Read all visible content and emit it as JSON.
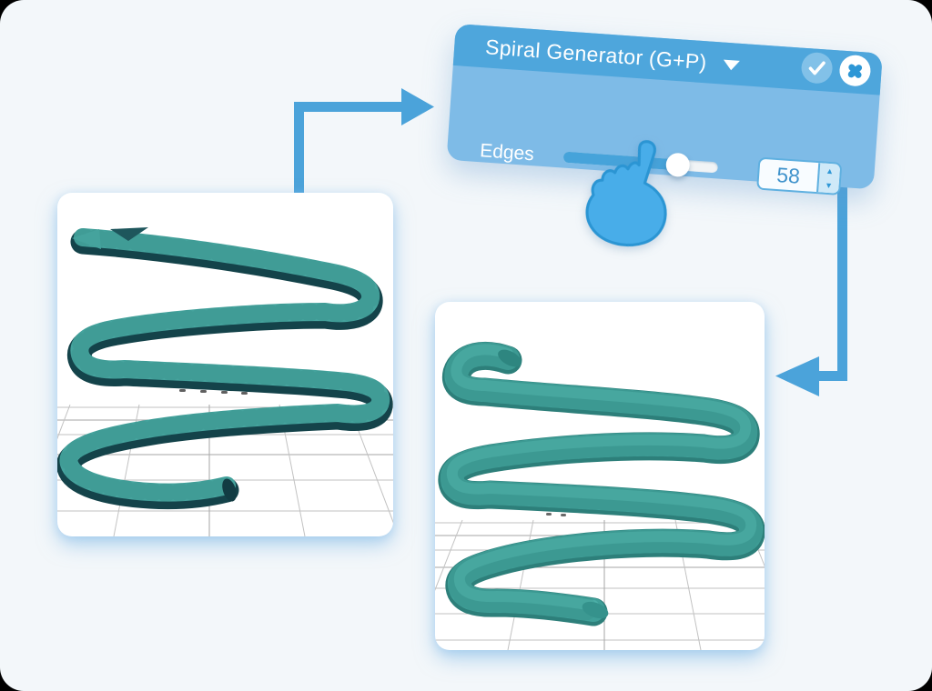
{
  "panel": {
    "title": "Spiral Generator (G+P)",
    "caret_icon": "dropdown-triangle",
    "buttons": {
      "confirm_icon": "checkmark",
      "close_icon": "cross"
    },
    "edges": {
      "label": "Edges",
      "value": "58",
      "slider_percent": 74
    },
    "spinner": {
      "up": "▲",
      "down": "▼"
    }
  },
  "colors": {
    "accent_blue": "#4ea6dc",
    "panel_body_blue": "#7ebbe7",
    "slider_fill": "#46a3da",
    "value_text": "#4093cc",
    "spiral_teal": "#3f9f98",
    "spiral_dark": "#14434a",
    "page_background": "#f3f7fa"
  }
}
